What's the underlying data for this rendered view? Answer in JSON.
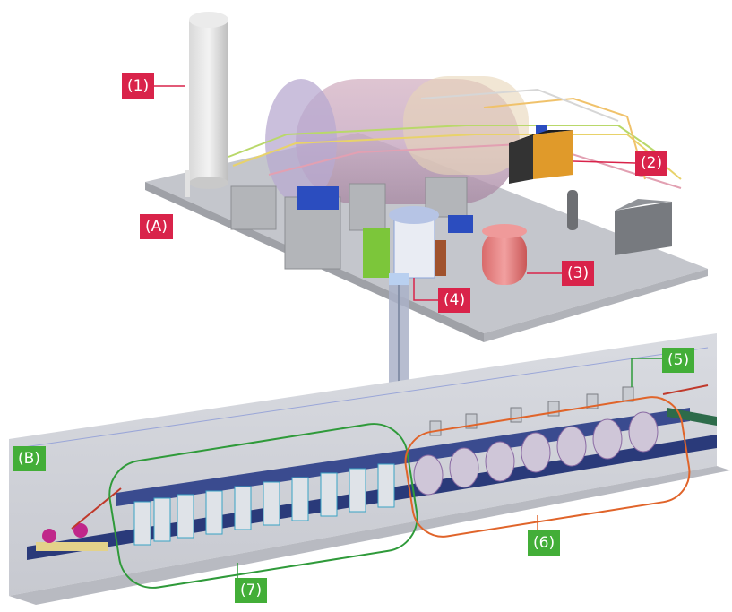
{
  "labels": {
    "l1": "(1)",
    "l2": "(2)",
    "l3": "(3)",
    "l4": "(4)",
    "l5": "(5)",
    "l6": "(6)",
    "l7": "(7)",
    "lA": "(A)",
    "lB": "(B)"
  },
  "colors": {
    "surface_label": "#d9234a",
    "underground_label": "#43ae38",
    "group6_outline": "#e0642a",
    "group7_outline": "#2f9a3a",
    "platform": "#c4c6cc",
    "tunnel": "#cfd1d8"
  }
}
